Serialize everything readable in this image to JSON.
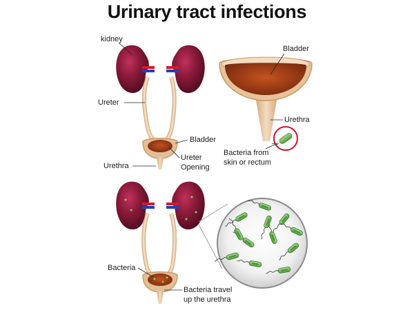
{
  "title": "Urinary tract infections",
  "labels": {
    "kidney": "kidney",
    "ureter": "Ureter",
    "bladder_top": "Bladder",
    "ureter_opening_1": "Ureter",
    "ureter_opening_2": "Opening",
    "urethra_top": "Urethra",
    "bladder_detail": "Bladder",
    "urethra_detail": "Urethra",
    "bacteria_source_1": "Bacteria from",
    "bacteria_source_2": "skin or rectum",
    "bacteria": "Bacteria",
    "bacteria_travel_1": "Bacteria travel",
    "bacteria_travel_2": "up the urethra"
  },
  "colors": {
    "kidney": "#7a1530",
    "kidney_highlight": "#c2305a",
    "tube": "#e7c8a4",
    "bladder_fill": "#a3441b",
    "bacteria": "#6fb35a",
    "magnifier_circle": "#c9102a"
  }
}
